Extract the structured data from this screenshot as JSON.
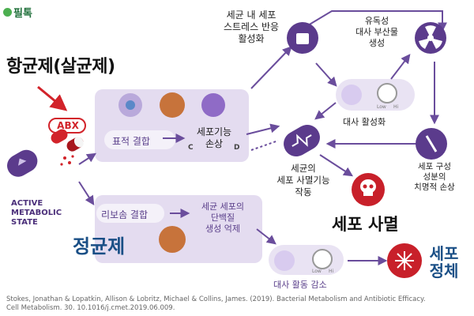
{
  "logo": {
    "text": "필톡"
  },
  "headings": {
    "bactericidal": "항균제(살균제)",
    "bacteriostatic": "정균제",
    "cell_death": "세포 사멸",
    "cell_stasis_line1": "세포",
    "cell_stasis_line2": "정체"
  },
  "abx_label": "ABX",
  "active_state": {
    "line1": "ACTIVE",
    "line2": "METABOLIC",
    "line3": "STATE"
  },
  "nodes": {
    "target_binding": "표적 결합",
    "cell_damage_line1": "세포기능",
    "cell_damage_line2": "손상",
    "ribosome_binding": "리보솜 결합",
    "protein_inhibit_line1": "세균 세포의",
    "protein_inhibit_line2": "단백질",
    "protein_inhibit_line3": "생성 억제",
    "stress_line1": "세균 내 세포",
    "stress_line2": "스트레스 반응",
    "stress_line3": "활성화",
    "toxic_line1": "유독성",
    "toxic_line2": "대사 부산물",
    "toxic_line3": "생성",
    "metabolic_activation": "대사 활성화",
    "death_func_line1": "세균의",
    "death_func_line2": "세포 사멸기능",
    "death_func_line3": "작동",
    "lethal_line1": "세포 구성",
    "lethal_line2": "성분의",
    "lethal_line3": "치명적 손상",
    "metabolic_decrease": "대사 활동 감소",
    "gauge_low": "Low",
    "gauge_hi": "Hi",
    "cut_label_1": "C",
    "cut_label_2": "D"
  },
  "citation": {
    "line1": "Stokes, Jonathan & Lopatkin, Allison & Lobritz, Michael & Collins, James. (2019). Bacterial Metabolism and Antibiotic Efficacy.",
    "line2": "Cell Metabolism. 30. 10.1016/j.cmet.2019.06.009."
  },
  "colors": {
    "purple_dark": "#5b3b8c",
    "purple_mid": "#8a6bbf",
    "panel": "#e4dcf0",
    "pill_bg": "#eeeaf5",
    "red_pill": "#d2232a",
    "skull_red": "#c8202a",
    "heading_blue": "#1a4f86"
  },
  "icons": [
    "abx-capsule-icon",
    "bacterium-icon",
    "target-binding-icon",
    "ribosome-icon",
    "cell-damage-icon",
    "bag-icon",
    "radiation-icon",
    "metabolic-gauge-icon",
    "dna-damage-icon",
    "heart-monitor-icon",
    "skull-icon",
    "snowflake-icon",
    "red-arrow-icon"
  ]
}
